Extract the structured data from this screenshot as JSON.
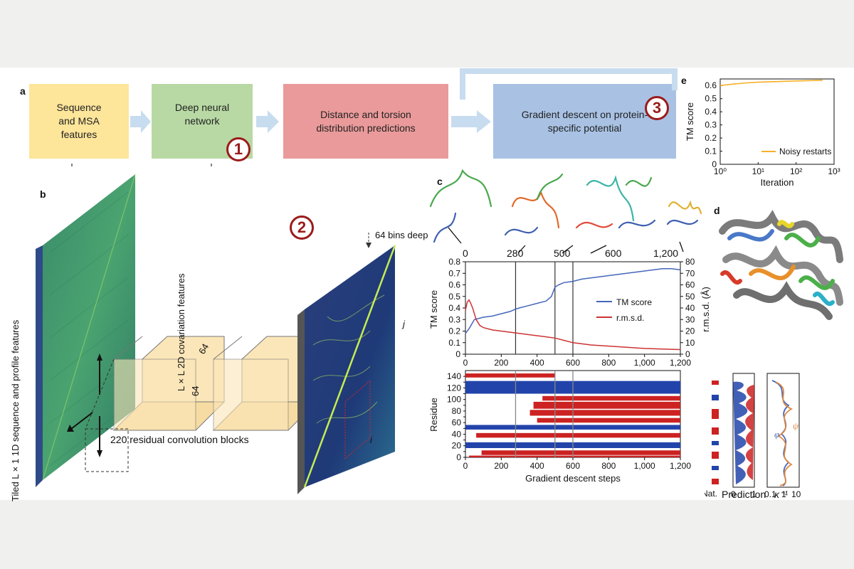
{
  "panels": {
    "a": "a",
    "b": "b",
    "c": "c",
    "d": "d",
    "e": "e"
  },
  "pipeline": {
    "box1": "Sequence and MSA features",
    "box2": "Deep neural network",
    "box3": "Distance and torsion distribution predictions",
    "box4": "Gradient descent on protein-specific potential"
  },
  "badges": {
    "one": "1",
    "two": "2",
    "three": "3"
  },
  "colors": {
    "box1": "#fde59a",
    "box2": "#b8d9a4",
    "box3": "#ea9a9a",
    "box4": "#a9c2e4",
    "arrow": "#c8dcef",
    "badge": "#9b1b1b",
    "tm": "#4466bb",
    "rmsd": "#cc3333",
    "noisy": "#f5b027"
  },
  "panel_b": {
    "ylabel_left": "Tiled L × 1 1D sequence and profile features",
    "ylabel_cov": "L × L 2D covariation features",
    "dim1": "64",
    "dim2": "64",
    "blocks_label": "220 residual convolution blocks",
    "bins_label": "64 bins deep",
    "i_label": "i",
    "j_label": "j"
  },
  "panel_c": {
    "snapshot_labels": [
      "0",
      "280",
      "500",
      "600",
      "1,200"
    ],
    "legend_tm": "TM score",
    "legend_rmsd": "r.m.s.d.",
    "ylabel_left": "TM score",
    "ylabel_right": "r.m.s.d. (Å)",
    "residue_label": "Residue",
    "xlabel": "Gradient descent steps",
    "nat_label": "Nat.",
    "prediction_label": "Prediction",
    "kappa_label": "κ⁻¹",
    "phi": "φ",
    "psi": "ψ"
  },
  "chart_data": [
    {
      "type": "line",
      "title": "",
      "xlabel": "Gradient descent steps",
      "ylabel": "TM score",
      "ylabel_right": "r.m.s.d. (Å)",
      "xlim": [
        0,
        1200
      ],
      "ylim": [
        0,
        0.8
      ],
      "ylim_right": [
        0,
        80
      ],
      "xticks": [
        "0",
        "200",
        "400",
        "600",
        "800",
        "1,000",
        "1,200"
      ],
      "yticks": [
        "0",
        "0.1",
        "0.2",
        "0.3",
        "0.4",
        "0.5",
        "0.6",
        "0.7",
        "0.8"
      ],
      "yticks_right": [
        "0",
        "10",
        "20",
        "30",
        "40",
        "50",
        "60",
        "70",
        "80"
      ],
      "vlines": [
        280,
        500,
        600
      ],
      "series": [
        {
          "name": "TM score",
          "axis": "left",
          "x": [
            0,
            20,
            50,
            100,
            150,
            200,
            250,
            280,
            300,
            350,
            400,
            450,
            480,
            500,
            520,
            550,
            600,
            650,
            700,
            750,
            800,
            850,
            900,
            950,
            1000,
            1050,
            1100,
            1150,
            1200
          ],
          "y": [
            0.18,
            0.22,
            0.3,
            0.32,
            0.33,
            0.35,
            0.37,
            0.39,
            0.4,
            0.42,
            0.44,
            0.46,
            0.5,
            0.58,
            0.6,
            0.62,
            0.63,
            0.65,
            0.66,
            0.67,
            0.68,
            0.69,
            0.7,
            0.71,
            0.72,
            0.73,
            0.74,
            0.74,
            0.73
          ]
        },
        {
          "name": "r.m.s.d.",
          "axis": "right",
          "x": [
            0,
            10,
            20,
            30,
            40,
            60,
            80,
            100,
            150,
            200,
            250,
            300,
            350,
            400,
            450,
            500,
            550,
            600,
            650,
            700,
            800,
            900,
            1000,
            1100,
            1200
          ],
          "y": [
            38,
            45,
            47,
            44,
            40,
            30,
            25,
            23,
            21,
            20,
            19,
            18,
            17,
            16,
            15,
            14,
            12,
            10,
            9,
            8,
            7,
            6,
            5,
            4.5,
            4
          ]
        }
      ]
    },
    {
      "type": "line",
      "title": "",
      "xlabel": "Iteration",
      "ylabel": "TM score",
      "xscale": "log",
      "xlim": [
        1,
        1000
      ],
      "ylim": [
        0,
        0.65
      ],
      "xticks": [
        "10⁰",
        "10¹",
        "10²",
        "10³"
      ],
      "yticks": [
        "0",
        "0.1",
        "0.2",
        "0.3",
        "0.4",
        "0.5",
        "0.6"
      ],
      "series": [
        {
          "name": "Noisy restarts",
          "x": [
            1,
            2,
            5,
            10,
            20,
            50,
            100,
            200,
            500
          ],
          "y": [
            0.6,
            0.61,
            0.62,
            0.625,
            0.628,
            0.632,
            0.635,
            0.637,
            0.64
          ]
        }
      ]
    }
  ],
  "residue_chart": {
    "xticks": [
      "0",
      "200",
      "400",
      "600",
      "800",
      "1,000",
      "1,200"
    ],
    "yticks": [
      "0",
      "10",
      "20",
      "30",
      "40",
      "50",
      "60",
      "70",
      "80",
      "90",
      "100",
      "110",
      "120",
      "130",
      "140"
    ],
    "shown_yticks": [
      "0",
      "20",
      "40",
      "60",
      "80",
      "100",
      "120",
      "140"
    ],
    "predticks": [
      "0",
      "1"
    ],
    "kappaticks": [
      "0.1",
      "1",
      "10"
    ]
  }
}
